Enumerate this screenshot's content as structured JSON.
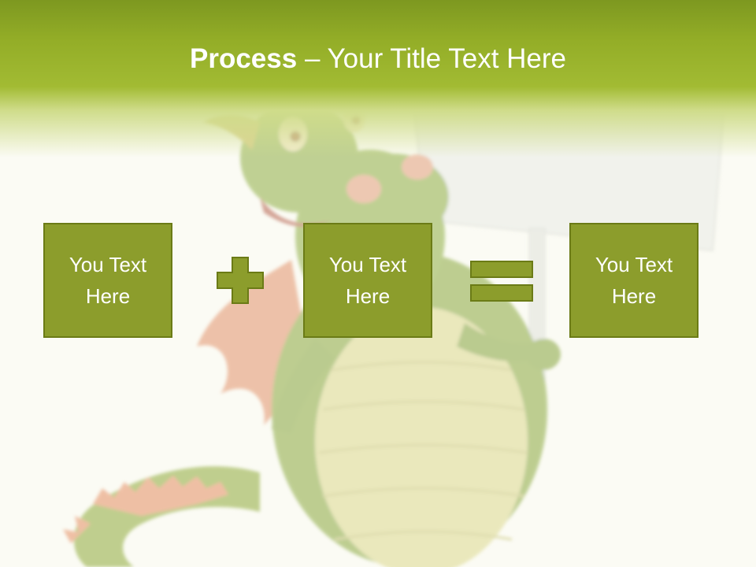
{
  "slide": {
    "title_bold": "Process",
    "title_rest": " – Your Title Text Here",
    "boxes": [
      {
        "text": "You Text\nHere"
      },
      {
        "text": "You Text\nHere"
      },
      {
        "text": "You Text\nHere"
      }
    ],
    "operators": [
      "plus-icon",
      "equals-icon"
    ],
    "colors": {
      "header": "#8aa324",
      "box_fill": "#8c9d2c",
      "box_border": "#6b7b16",
      "operator_fill": "#8c9d2c"
    }
  }
}
